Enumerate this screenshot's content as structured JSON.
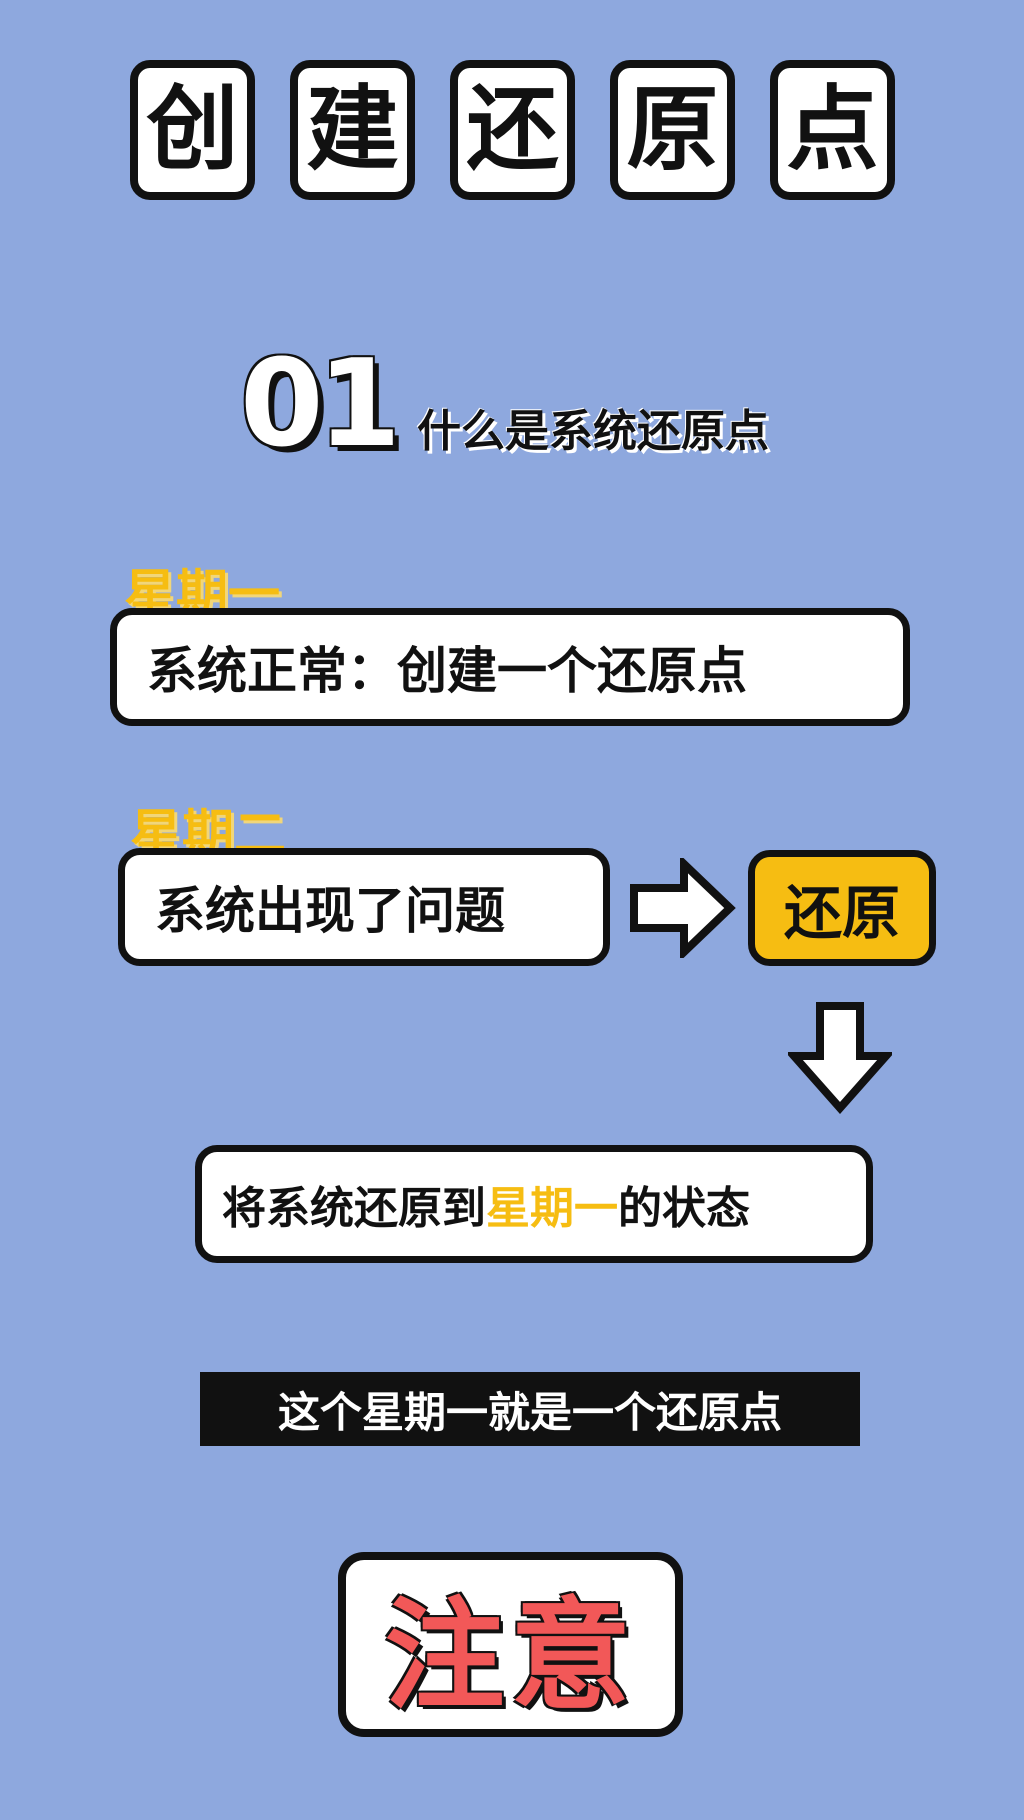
{
  "title": {
    "chars": [
      "创",
      "建",
      "还",
      "原",
      "点"
    ]
  },
  "section": {
    "number": "01",
    "title": "什么是系统还原点"
  },
  "monday": {
    "label": "星期一",
    "box_text": "系统正常：创建一个还原点"
  },
  "tuesday": {
    "label": "星期二",
    "box_text": "系统出现了问题",
    "action": "还原"
  },
  "result": {
    "prefix": "将系统还原到",
    "highlight": "星期一",
    "suffix": "的状态"
  },
  "banner": {
    "text": "这个星期一就是一个还原点"
  },
  "notice": {
    "text": "注意"
  },
  "colors": {
    "background": "#8ea8de",
    "accent_yellow": "#f6bd12",
    "notice_red": "#f25858",
    "outline": "#111111"
  },
  "icons": {
    "right_arrow": "right-arrow-icon",
    "down_arrow": "down-arrow-icon"
  }
}
